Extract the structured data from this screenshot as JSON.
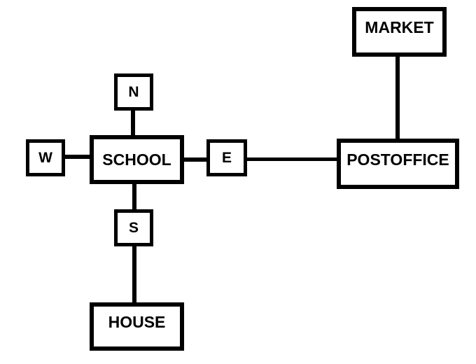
{
  "diagram": {
    "description": "Direction map with SCHOOL at the center of a compass (N, W, E, S), MARKET north of POSTOFFICE, POSTOFFICE east of SCHOOL, HOUSE south of SCHOOL",
    "colors": {
      "background": "#ffffff",
      "line": "#000000",
      "text": "#000000",
      "node_fill": "#ffffff"
    },
    "nodes": {
      "market": {
        "label": "MARKET"
      },
      "postoffice": {
        "label": "POSTOFFICE"
      },
      "school": {
        "label": "SCHOOL"
      },
      "house": {
        "label": "HOUSE"
      },
      "north": {
        "label": "N"
      },
      "west": {
        "label": "W"
      },
      "east": {
        "label": "E"
      },
      "south": {
        "label": "S"
      }
    },
    "edges": [
      {
        "from": "north",
        "to": "school"
      },
      {
        "from": "west",
        "to": "school"
      },
      {
        "from": "school",
        "to": "east"
      },
      {
        "from": "east",
        "to": "postoffice"
      },
      {
        "from": "market",
        "to": "postoffice"
      },
      {
        "from": "school",
        "to": "south"
      },
      {
        "from": "south",
        "to": "house"
      }
    ]
  }
}
